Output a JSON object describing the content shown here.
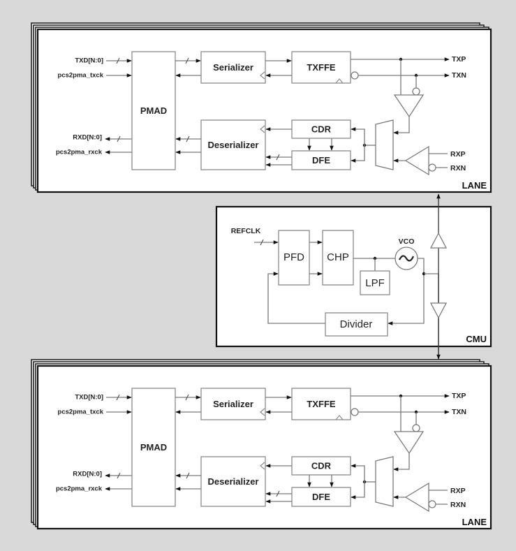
{
  "diagram": {
    "type": "block-diagram",
    "lanes": [
      {
        "id": "top",
        "corner_label": "LANE",
        "inputs": [
          "TXD[N:0]",
          "pcs2pma_txck"
        ],
        "outputs": [
          "RXD[N:0]",
          "pcs2pma_rxck"
        ],
        "blocks": {
          "pmad": "PMAD",
          "serializer": "Serializer",
          "txffe": "TXFFE",
          "deserializer": "Deserializer",
          "cdr": "CDR",
          "dfe": "DFE"
        },
        "pins": {
          "txp": "TXP",
          "txn": "TXN",
          "rxp": "RXP",
          "rxn": "RXN"
        }
      },
      {
        "id": "bottom",
        "corner_label": "LANE",
        "inputs": [
          "TXD[N:0]",
          "pcs2pma_txck"
        ],
        "outputs": [
          "RXD[N:0]",
          "pcs2pma_rxck"
        ],
        "blocks": {
          "pmad": "PMAD",
          "serializer": "Serializer",
          "txffe": "TXFFE",
          "deserializer": "Deserializer",
          "cdr": "CDR",
          "dfe": "DFE"
        },
        "pins": {
          "txp": "TXP",
          "txn": "TXN",
          "rxp": "RXP",
          "rxn": "RXN"
        }
      }
    ],
    "cmu": {
      "corner_label": "CMU",
      "refclk": "REFCLK",
      "blocks": {
        "pfd": "PFD",
        "chp": "CHP",
        "lpf": "LPF",
        "vco": "VCO",
        "vco_symbol": "~",
        "divider": "Divider"
      }
    }
  }
}
